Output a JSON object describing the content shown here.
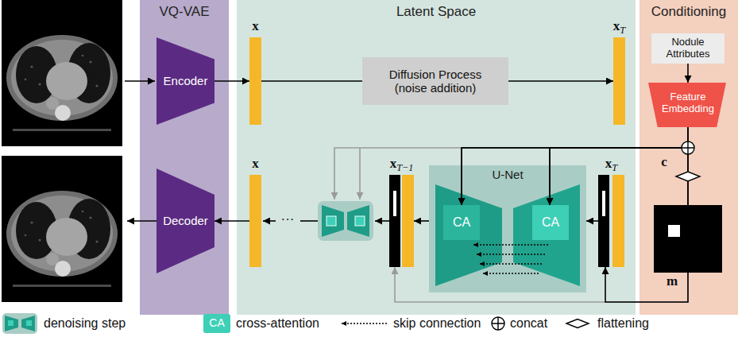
{
  "diagram": {
    "nodes": [
      {
        "text": [
          "VQ-VAE"
        ]
      },
      {
        "text": [
          "Encoder"
        ],
        "in": 0
      },
      {
        "text": [
          "Decoder"
        ],
        "in": 0
      },
      {
        "text": [
          "Latent Space"
        ]
      },
      {
        "text": [
          "x"
        ],
        "in": 3
      },
      {
        "text": [
          "Diffusion Process (noise addition)"
        ],
        "in": 3
      },
      {
        "text": [
          "xT"
        ],
        "in": 3
      },
      {
        "text": [
          "x"
        ],
        "in": 3
      },
      {
        "text": [
          "xT−1"
        ],
        "in": 3
      },
      {
        "text": [
          "U-Net"
        ],
        "in": 3
      },
      {
        "text": [
          "CA"
        ],
        "in": 9
      },
      {
        "text": [
          "CA"
        ],
        "in": 9
      },
      {
        "text": [
          "xT"
        ],
        "in": 3
      },
      {
        "text": [
          "Conditioning"
        ]
      },
      {
        "text": [
          "Nodule Attributes"
        ],
        "in": 13
      },
      {
        "text": [
          "Feature Embedding"
        ],
        "in": 13
      },
      {
        "text": [
          "m"
        ],
        "in": 13
      }
    ],
    "edges": [
      {
        "from": 1,
        "to": 4,
        "arrow": "to"
      },
      {
        "from": 4,
        "to": 5,
        "arrow": "none"
      },
      {
        "from": 5,
        "to": 6,
        "arrow": "to"
      },
      {
        "from": 12,
        "to": 9,
        "arrow": "to"
      },
      {
        "from": 9,
        "to": 8,
        "arrow": "to"
      },
      {
        "from": 7,
        "to": 2,
        "arrow": "to"
      },
      {
        "from": 14,
        "to": 15,
        "arrow": "to"
      },
      {
        "from": 15,
        "to": 10,
        "arrow": "to"
      },
      {
        "from": 15,
        "to": 11,
        "arrow": "to"
      },
      {
        "from": 16,
        "to": 10,
        "arrow": "to"
      },
      {
        "from": 16,
        "to": 11,
        "arrow": "to"
      },
      {
        "from": 16,
        "to": 12,
        "arrow": "to"
      },
      {
        "from": 16,
        "to": 8,
        "arrow": "to"
      }
    ],
    "labels": [
      "c",
      "···",
      "CA"
    ],
    "legend": [
      {
        "text": "denoising step"
      },
      {
        "text": "cross-attention"
      },
      {
        "text": "skip connection"
      },
      {
        "text": "concat"
      },
      {
        "text": "flattening"
      }
    ]
  }
}
